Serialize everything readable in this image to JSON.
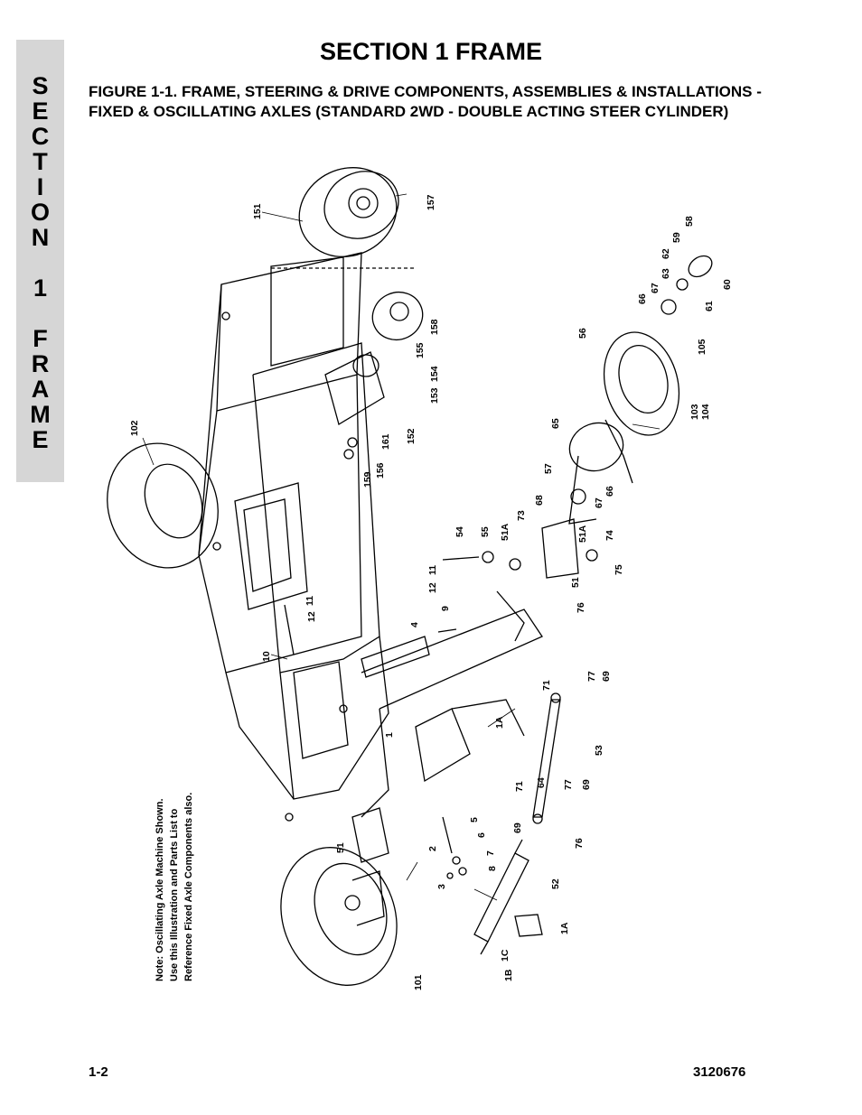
{
  "side_tab": [
    "S",
    "E",
    "C",
    "T",
    "I",
    "O",
    "N",
    "1",
    "F",
    "R",
    "A",
    "M",
    "E"
  ],
  "section_title": "SECTION 1  FRAME",
  "figure_caption": "FIGURE 1-1.   FRAME, STEERING & DRIVE COMPONENTS, ASSEMBLIES & INSTALLATIONS - FIXED & OSCILLATING AXLES (STANDARD 2WD - DOUBLE ACTING STEER CYLINDER)",
  "note_lines": [
    "Note: Oscillating Axle Machine Shown.",
    "Use  this  Illustration  and  Parts  List  to",
    "Reference Fixed Axle Components also."
  ],
  "callouts": {
    "c151": "151",
    "c157": "157",
    "c58": "58",
    "c59": "59",
    "c62": "62",
    "c63": "63",
    "c60": "60",
    "c67": "67",
    "c66": "66",
    "c61": "61",
    "c56": "56",
    "c158": "158",
    "c155": "155",
    "c154": "154",
    "c153": "153",
    "c105": "105",
    "c103": "103",
    "c104": "104",
    "c102": "102",
    "c161": "161",
    "c152": "152",
    "c159": "159",
    "c156": "156",
    "c65": "65",
    "c57": "57",
    "c66b": "66",
    "c67b": "67",
    "c68": "68",
    "c73": "73",
    "c54": "54",
    "c55": "55",
    "c51A": "51A",
    "c51Ab": "51A",
    "c74": "74",
    "c75": "75",
    "c51": "51",
    "c76": "76",
    "c12": "12",
    "c11": "11",
    "c9": "9",
    "c12b": "12",
    "c11b": "11",
    "c4": "4",
    "c10": "10",
    "c71": "71",
    "c77": "77",
    "c69": "69",
    "c1": "1",
    "c1A": "1A",
    "c53": "53",
    "c71b": "71",
    "c64": "64",
    "c77b": "77",
    "c69b": "69",
    "c5": "5",
    "c6": "6",
    "c2": "2",
    "c69c": "69",
    "c76b": "76",
    "c51b": "51",
    "c3": "3",
    "c7": "7",
    "c8": "8",
    "c52": "52",
    "c1Ab": "1A",
    "c1C": "1C",
    "c1B": "1B",
    "c101": "101"
  },
  "footer_left": "1-2",
  "footer_right": "3120676"
}
